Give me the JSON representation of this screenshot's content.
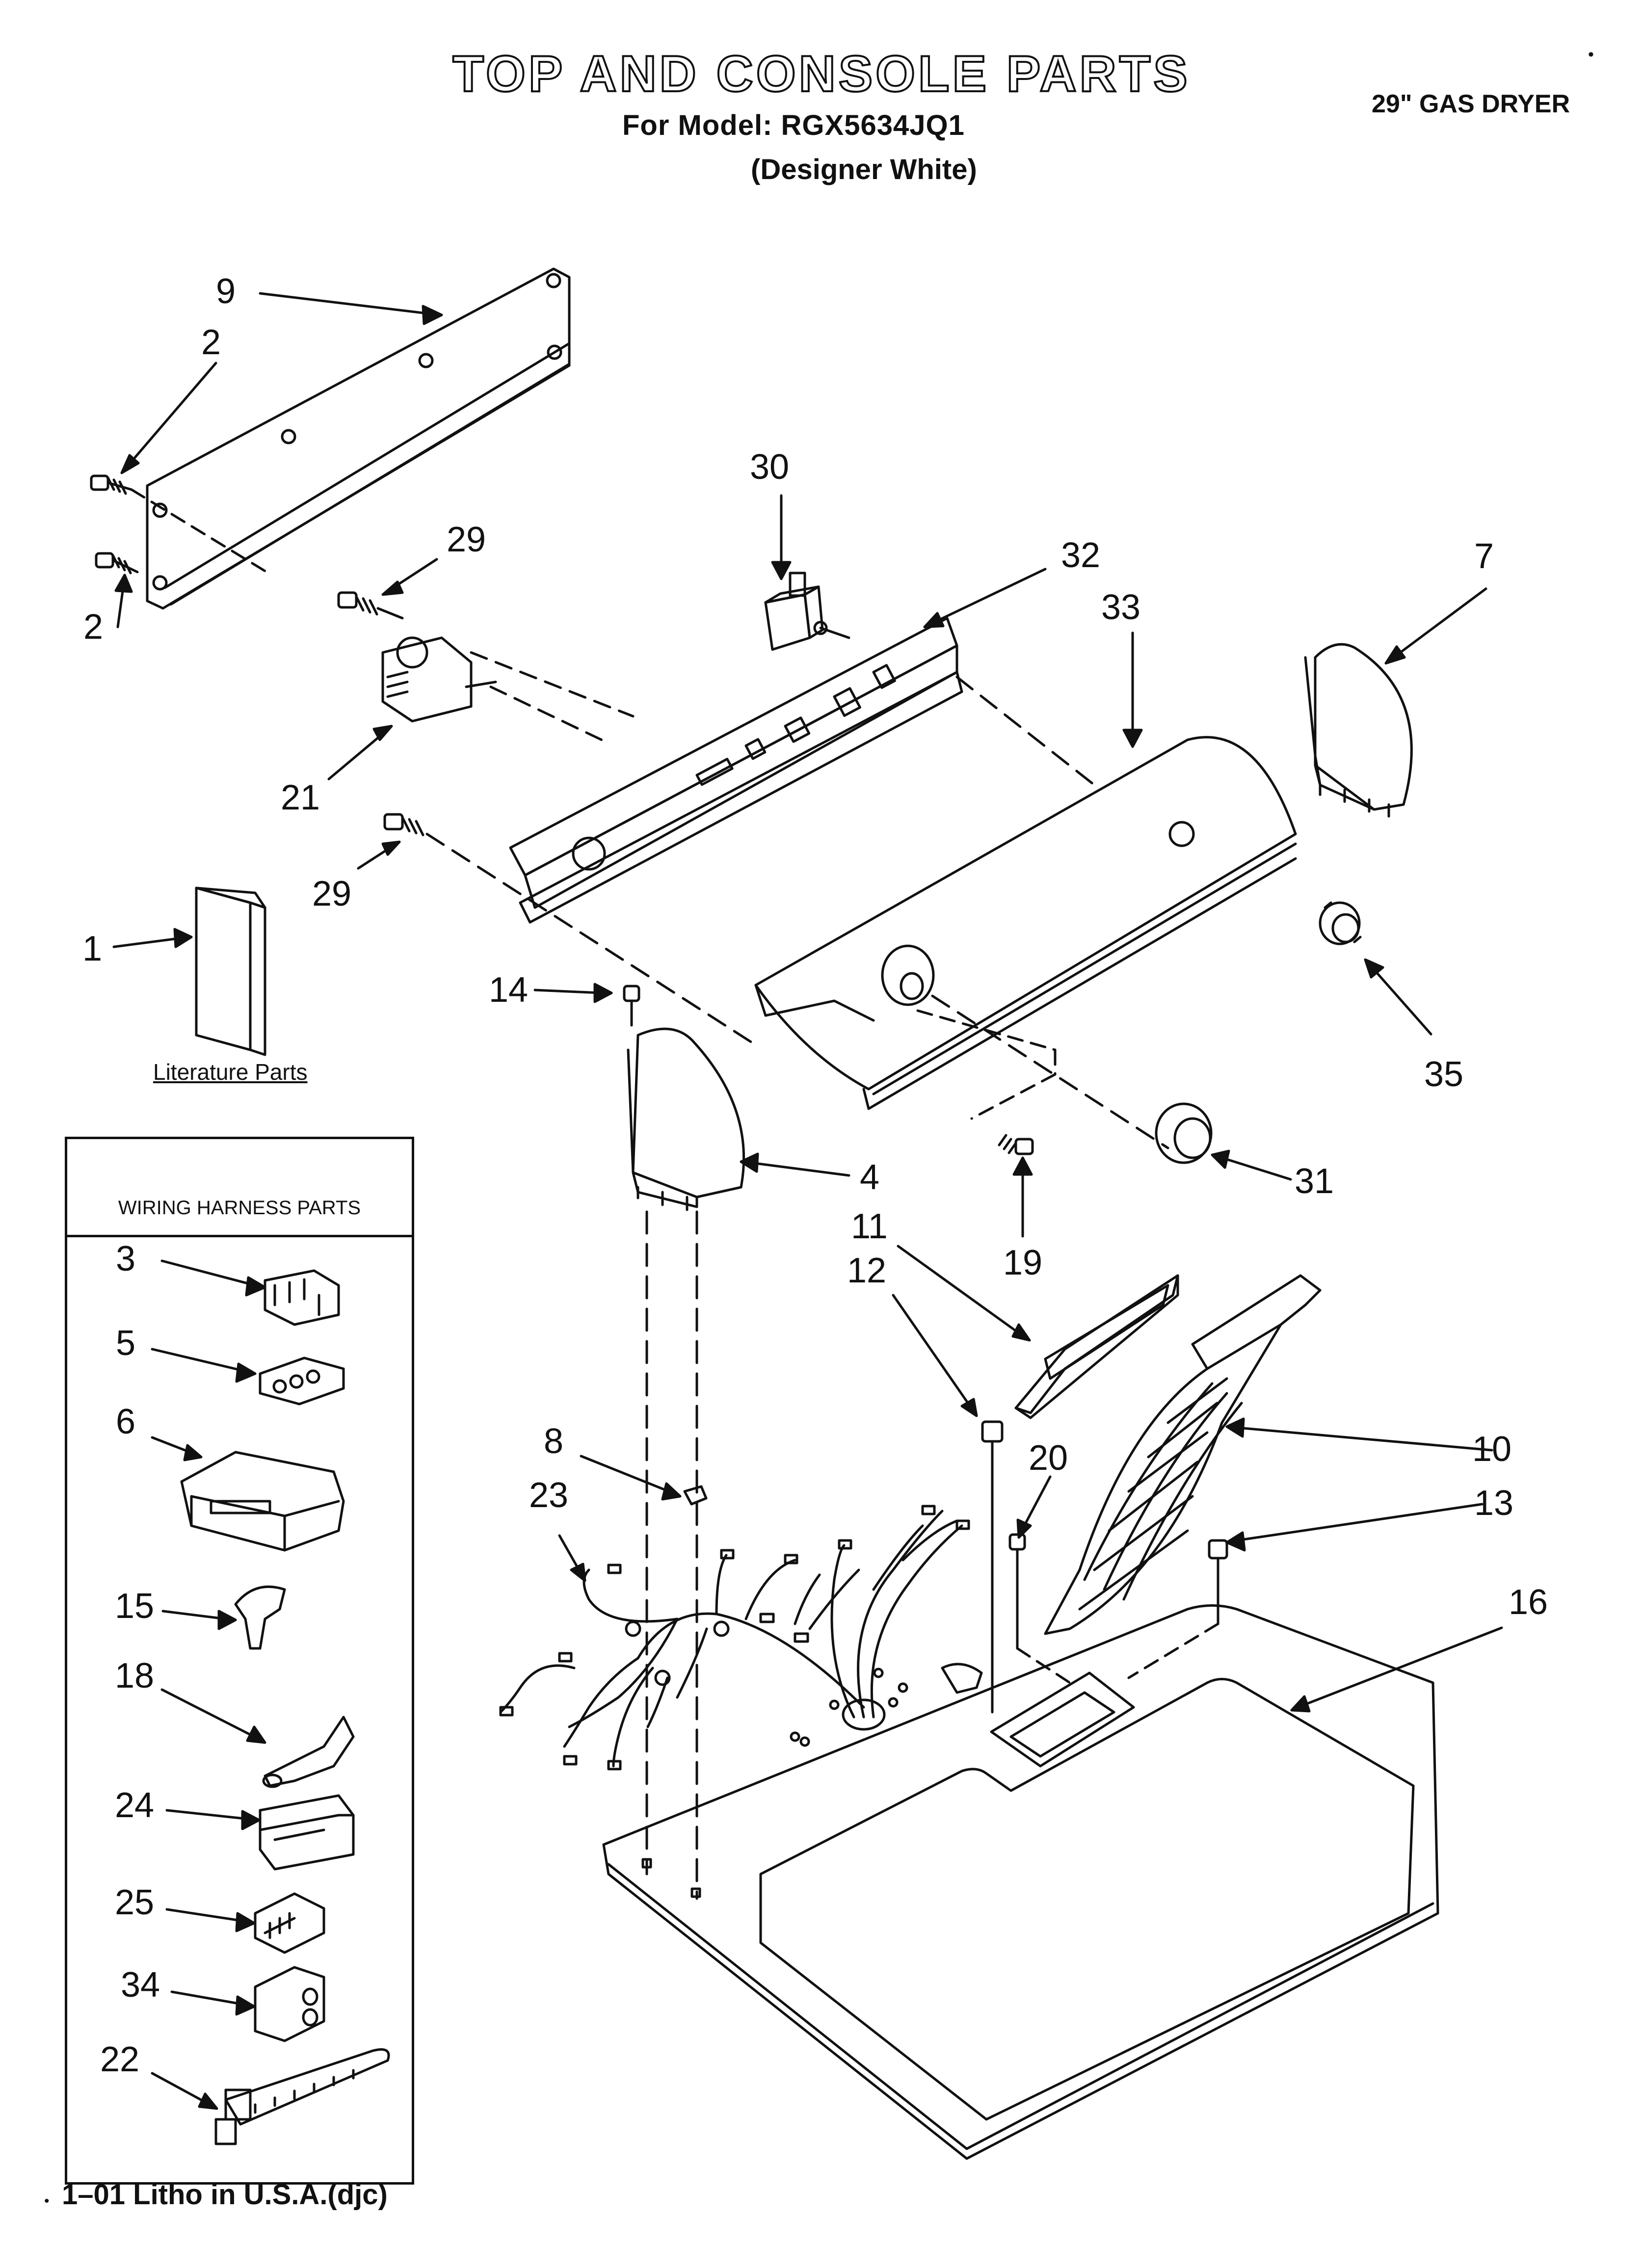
{
  "header": {
    "title": "TOP AND CONSOLE PARTS",
    "model_line": "For Model: RGX5634JQ1",
    "color_line": "(Designer White)",
    "product": "29\" GAS DRYER",
    "corner_mark": "•"
  },
  "footer": {
    "litho": "1–01 Litho in U.S.A.(djc)",
    "dot": "•"
  },
  "literature": {
    "caption": "Literature Parts"
  },
  "wiring_panel": {
    "heading": "WIRING HARNESS PARTS"
  },
  "callouts": [
    "9",
    "2",
    "2",
    "30",
    "29",
    "32",
    "7",
    "33",
    "21",
    "29",
    "1",
    "14",
    "35",
    "4",
    "31",
    "19",
    "11",
    "12",
    "3",
    "5",
    "6",
    "8",
    "20",
    "10",
    "23",
    "13",
    "15",
    "16",
    "18",
    "24",
    "25",
    "34",
    "22"
  ],
  "colors": {
    "line": "#111111",
    "background": "#ffffff"
  }
}
